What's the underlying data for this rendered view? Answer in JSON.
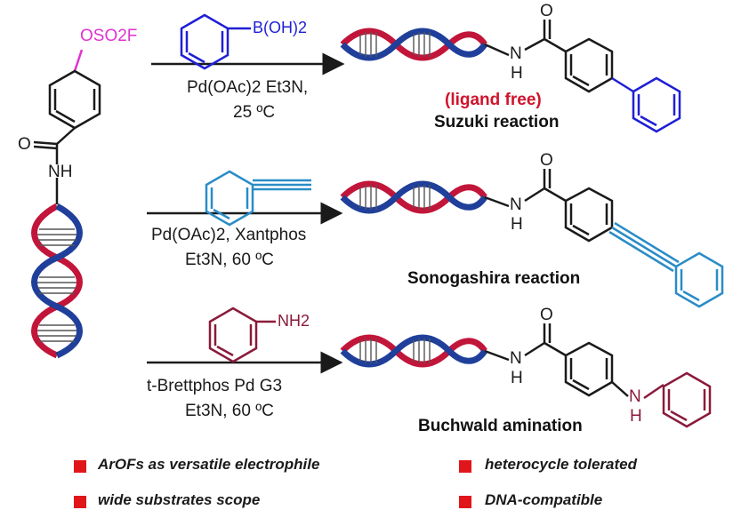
{
  "colors": {
    "boronic": "#1f1fd6",
    "alkyne": "#2a8cc7",
    "amine": "#8a1a3a",
    "fluorosulfate": "#e033d0",
    "dna_red": "#c2153a",
    "dna_blue": "#1f3f9a",
    "accent_red": "#d0142c",
    "bullet": "#e0161a"
  },
  "start": {
    "group": "OSO2F",
    "carbonyl_o": "O",
    "amide_nh": "NH"
  },
  "reactions": [
    {
      "reagent": "B(OH)2",
      "conditions_line1": "Pd(OAc)2  Et3N,",
      "conditions_line2": "25 ºC",
      "tag": "(ligand free)",
      "name": "Suzuki reaction",
      "product_o": "O",
      "product_nh": "N",
      "product_h": "H"
    },
    {
      "reagent": "",
      "conditions_line1": "Pd(OAc)2, Xantphos",
      "conditions_line2": "Et3N, 60 ºC",
      "name": "Sonogashira reaction",
      "product_o": "O",
      "product_nh": "N",
      "product_h": "H"
    },
    {
      "reagent": "NH2",
      "conditions_line1": "t-Brettphos Pd G3",
      "conditions_line2": "Et3N, 60 ºC",
      "name": "Buchwald amination",
      "product_o": "O",
      "product_nh": "N",
      "product_h": "H",
      "aryl_n": "N",
      "aryl_h": "H"
    }
  ],
  "features": [
    "ArOFs as versatile electrophile",
    "heterocycle tolerated",
    "wide substrates scope",
    "DNA-compatible"
  ]
}
